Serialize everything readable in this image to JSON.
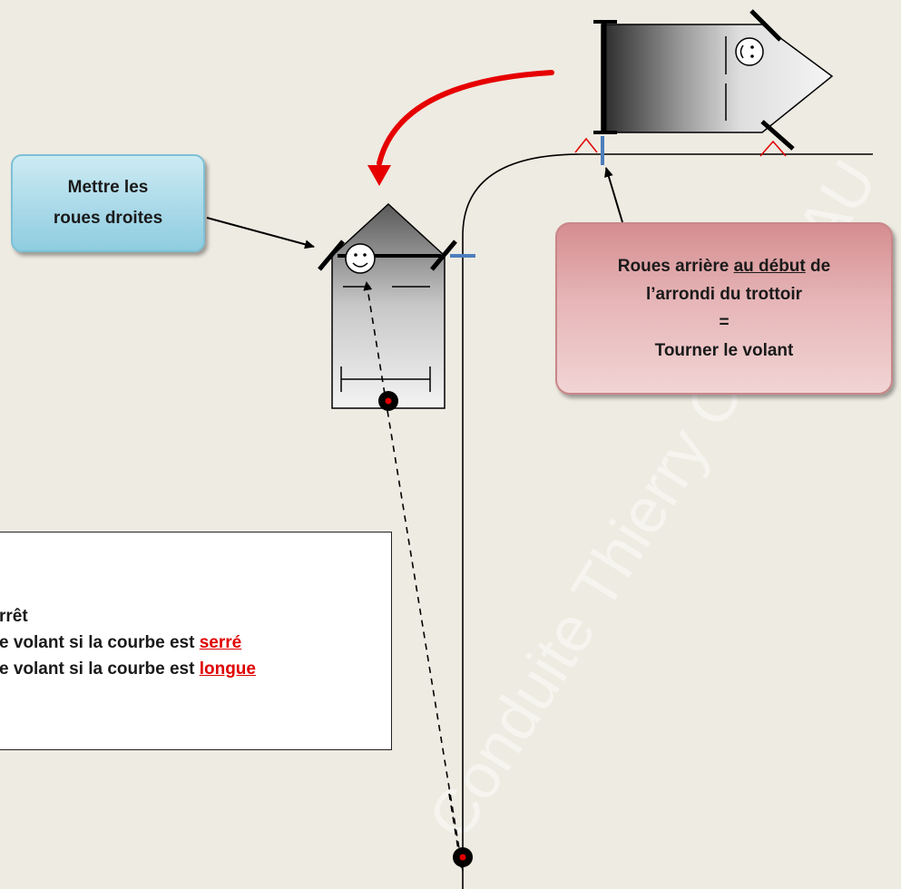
{
  "callout_left": {
    "line1": "Mettre les",
    "line2": "roues droites"
  },
  "callout_right": {
    "line1_pre": "Roues arrière ",
    "line1_underlined": "au début",
    "line1_post": " de",
    "line2": "l’arrondi du trottoir",
    "line3": "=",
    "line4": "Tourner le volant"
  },
  "instructions": {
    "line1": "rrêt",
    "line2_pre": "e volant si la courbe est ",
    "line2_highlight": "serré",
    "line3_pre": "e volant si la courbe est ",
    "line3_highlight": "longue"
  },
  "watermark": "Conduite Thierry CHATEAU",
  "colors": {
    "background": "#eeebe2",
    "turn_arrow": "#e00000",
    "callout_blue": "#a7d8e8",
    "callout_red": "#e6b5b7",
    "marker_blue": "#4d7ebc"
  }
}
